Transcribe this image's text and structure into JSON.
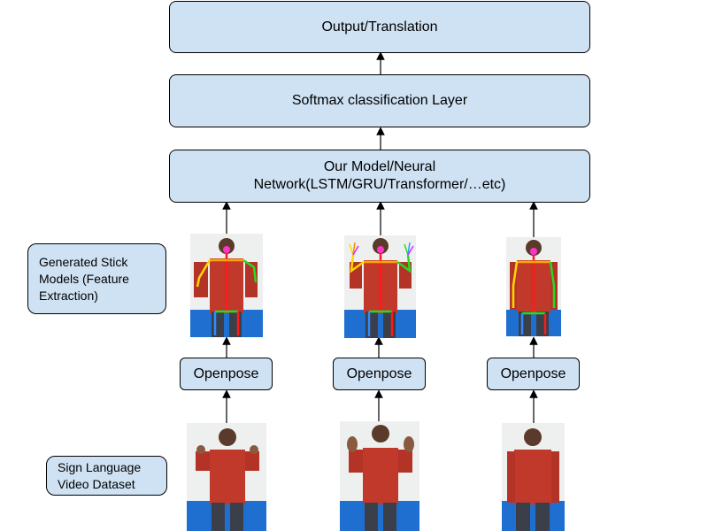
{
  "boxes": {
    "output": "Output/Translation",
    "softmax": "Softmax classification Layer",
    "model_line1": "Our Model/Neural",
    "model_line2": "Network(LSTM/GRU/Transformer/…etc)",
    "openpose": "Openpose",
    "stick_line1": "Generated Stick",
    "stick_line2": "Models (Feature",
    "stick_line3": "Extraction)",
    "dataset_line1": "Sign Language",
    "dataset_line2": "Video Dataset"
  },
  "colors": {
    "box_fill": "#cfe2f3",
    "shirt": "#c0392b",
    "wall_blue": "#1f6fd1",
    "skeleton_red": "#ff1a1a",
    "skeleton_green": "#22dd22",
    "skeleton_yellow": "#ffd700"
  }
}
